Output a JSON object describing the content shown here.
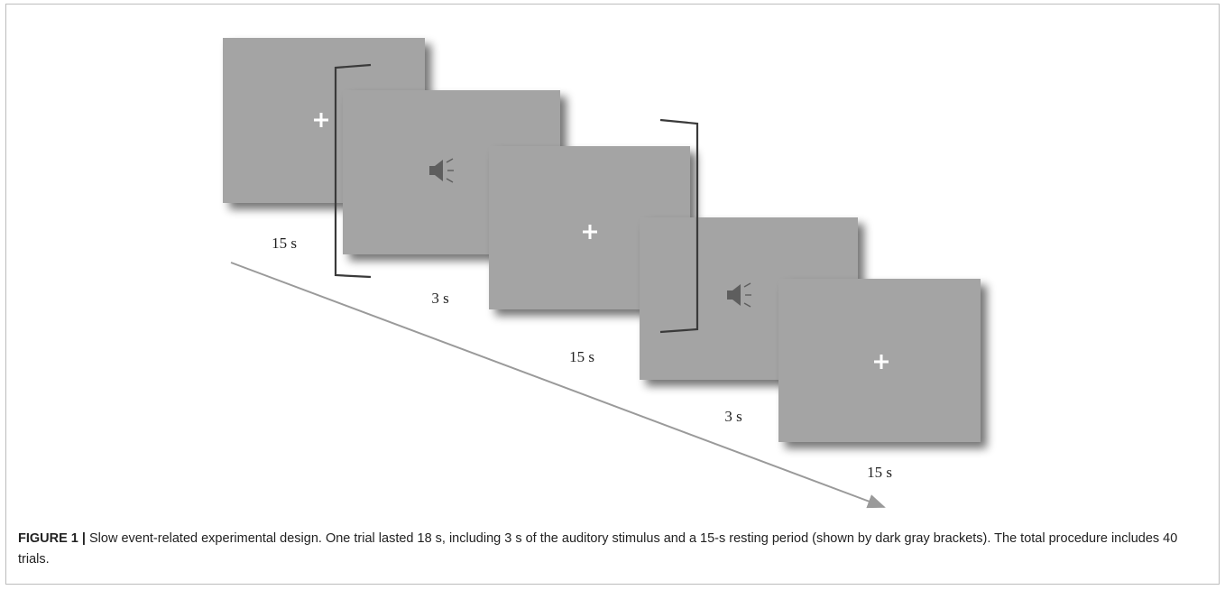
{
  "figure": {
    "label": "FIGURE 1 |",
    "caption": "Slow event-related experimental design. One trial lasted 18 s, including 3 s of the auditory stimulus and a 15-s resting period (shown by dark gray brackets). The total procedure includes 40 trials."
  },
  "screens": [
    {
      "icon": "fixation-cross-icon",
      "duration": "15 s"
    },
    {
      "icon": "speaker-icon",
      "duration": "3 s"
    },
    {
      "icon": "fixation-cross-icon",
      "duration": "15 s"
    },
    {
      "icon": "speaker-icon",
      "duration": "3 s"
    },
    {
      "icon": "fixation-cross-icon",
      "duration": "15 s"
    }
  ],
  "colors": {
    "screen": "#a4a4a4",
    "cross": "#ffffff",
    "speaker": "#5e5e5e",
    "bracket": "#3a3a3a",
    "arrow": "#9a9a9a"
  }
}
